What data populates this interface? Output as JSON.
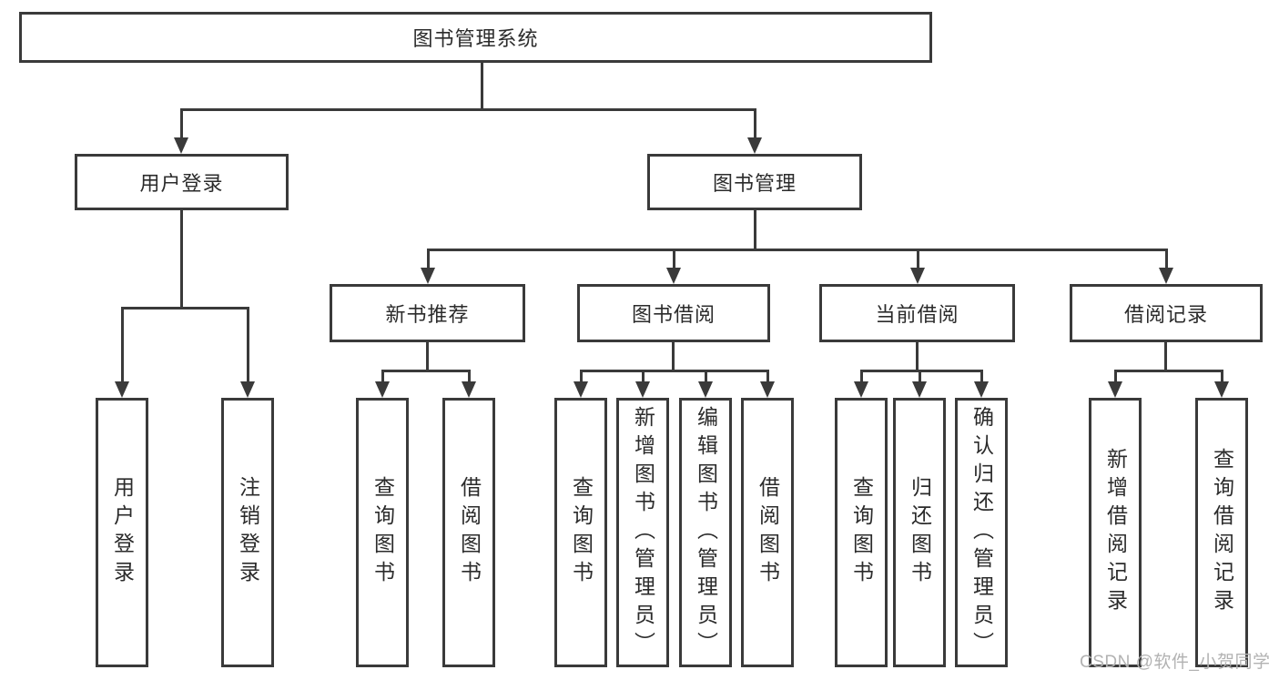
{
  "diagram": {
    "root": {
      "label": "图书管理系统"
    },
    "level2": {
      "user_login": {
        "label": "用户登录"
      },
      "book_management": {
        "label": "图书管理"
      }
    },
    "level3": {
      "new_book_recommend": {
        "label": "新书推荐"
      },
      "book_borrow": {
        "label": "图书借阅"
      },
      "current_borrow": {
        "label": "当前借阅"
      },
      "borrow_record": {
        "label": "借阅记录"
      }
    },
    "leaves": {
      "user_login": {
        "label": "用户登录"
      },
      "logout": {
        "label": "注销登录"
      },
      "recommend_query_book": {
        "label": "查询图书"
      },
      "recommend_borrow_book": {
        "label": "借阅图书"
      },
      "borrow_query_book": {
        "label": "查询图书"
      },
      "borrow_add_book": {
        "label": "新增图书（管理员）"
      },
      "borrow_edit_book": {
        "label": "编辑图书（管理员）"
      },
      "borrow_borrow_book": {
        "label": "借阅图书"
      },
      "current_query_book": {
        "label": "查询图书"
      },
      "current_return_book": {
        "label": "归还图书"
      },
      "current_confirm_return": {
        "label": "确认归还（管理员）"
      },
      "record_add": {
        "label": "新增借阅记录"
      },
      "record_query": {
        "label": "查询借阅记录"
      }
    },
    "colors": {
      "line": "#3a3a3a",
      "text": "#2b2b2b",
      "background": "#ffffff",
      "watermark": "#b2b2b2"
    }
  },
  "watermark": {
    "text": "CSDN @软件_小贺同学"
  }
}
